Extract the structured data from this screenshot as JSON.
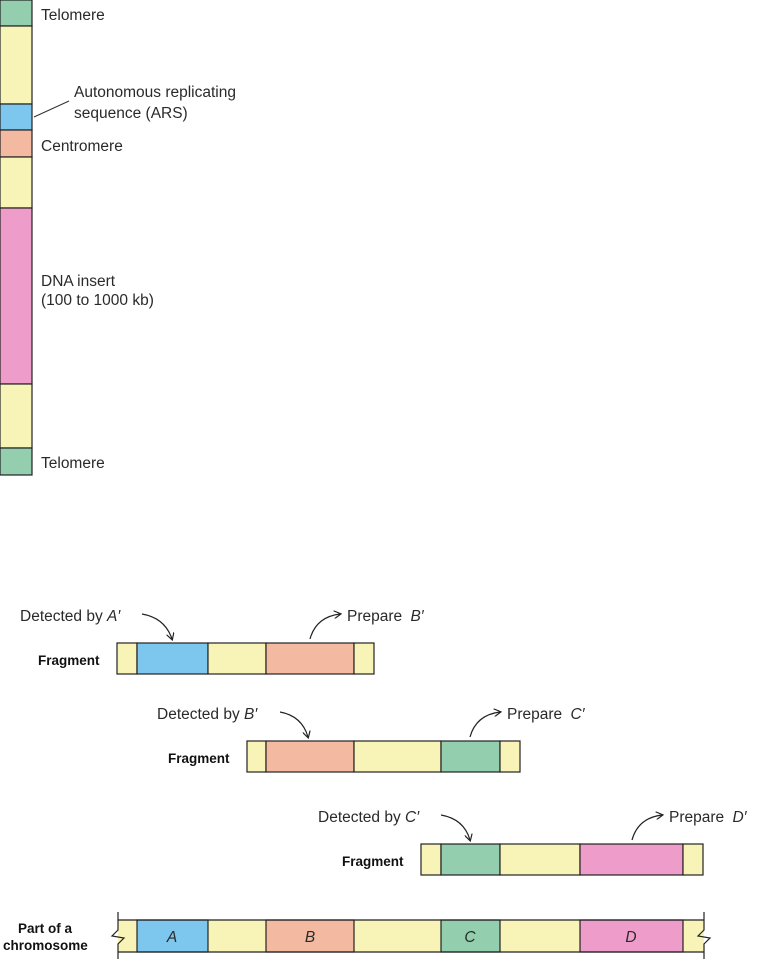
{
  "colors": {
    "telomere": "#93cfae",
    "filler": "#f8f4b8",
    "ars": "#7dc6ee",
    "centromere": "#f3b9a1",
    "insert": "#ee9cca",
    "seg_a": "#7dc6ee",
    "seg_b": "#f3b9a1",
    "seg_c": "#93cfae",
    "seg_d": "#ee9cca"
  },
  "yac": {
    "telomere_top": "Telomere",
    "ars_line1": "Autonomous replicating",
    "ars_line2": "sequence (ARS)",
    "centromere": "Centromere",
    "insert_line1": "DNA insert",
    "insert_line2": "(100 to 1000 kb)",
    "telomere_bottom": "Telomere"
  },
  "walk": {
    "fragment_label": "Fragment",
    "f1_detected": "Detected by ",
    "f1_detected_probe": "A′",
    "f1_prepare": "Prepare ",
    "f1_prepare_probe": "B′",
    "f2_detected": "Detected by ",
    "f2_detected_probe": "B′",
    "f2_prepare": "Prepare ",
    "f2_prepare_probe": "C′",
    "f3_detected": "Detected by ",
    "f3_detected_probe": "C′",
    "f3_prepare": "Prepare ",
    "f3_prepare_probe": "D′",
    "chromosome_line1": "Part of a",
    "chromosome_line2": "chromosome",
    "seg_a": "A",
    "seg_b": "B",
    "seg_c": "C",
    "seg_d": "D"
  }
}
